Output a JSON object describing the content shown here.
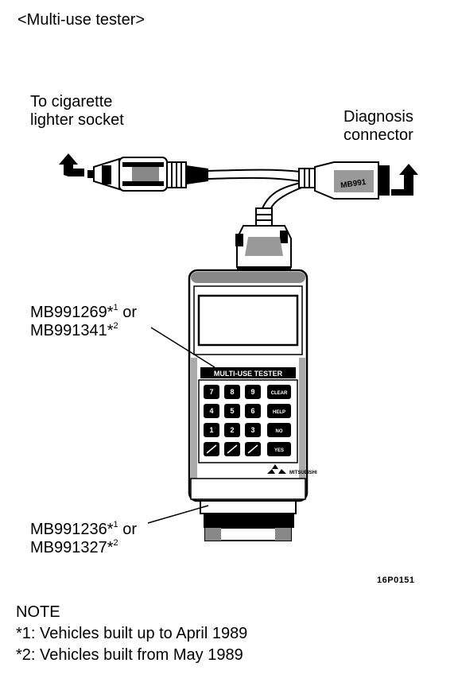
{
  "title": "<Multi-use tester>",
  "labels": {
    "cigarette_line1": "To cigarette",
    "cigarette_line2": "lighter socket",
    "diagnosis_line1": "Diagnosis",
    "diagnosis_line2": "connector",
    "part1_line1_code": "MB991269",
    "part1_line1_mark": "*",
    "part1_line1_sup": "1",
    "part1_line1_tail": " or",
    "part1_line2_code": "MB991341",
    "part1_line2_mark": "*",
    "part1_line2_sup": "2",
    "part2_line1_code": "MB991236",
    "part2_line1_mark": "*",
    "part2_line1_sup": "1",
    "part2_line1_tail": " or",
    "part2_line2_code": "MB991327",
    "part2_line2_mark": "*",
    "part2_line2_sup": "2"
  },
  "device": {
    "brand_text": "MULTI-USE TESTER",
    "maker_text": "MITSUBISHI",
    "connector_text": "MB991",
    "keys": [
      "7",
      "8",
      "9",
      "CLEAR",
      "4",
      "5",
      "6",
      "HELP",
      "1",
      "2",
      "3",
      "NO",
      "",
      "",
      "",
      "YES"
    ]
  },
  "figure_id": "16P0151",
  "note": {
    "heading": "NOTE",
    "item1_mark": "*1",
    "item1_text": ": Vehicles built up to April 1989",
    "item2_mark": "*2",
    "item2_text": ": Vehicles built from May 1989"
  }
}
